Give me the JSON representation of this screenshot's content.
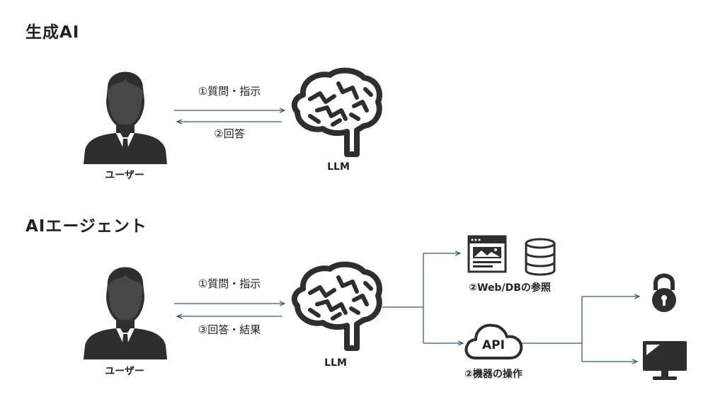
{
  "sections": {
    "generative_ai": {
      "title": "生成AI",
      "user_label": "ユーザー",
      "llm_label": "LLM",
      "arrow_request": "①質問・指示",
      "arrow_response": "②回答"
    },
    "ai_agent": {
      "title": "AIエージェント",
      "user_label": "ユーザー",
      "llm_label": "LLM",
      "arrow_request": "①質問・指示",
      "arrow_response": "③回答・結果",
      "web_db_label": "②Web/DBの参照",
      "api_badge": "API",
      "device_label": "②機器の操作"
    }
  },
  "colors": {
    "arrow": "#2f5f78",
    "icon": "#2e2e2e",
    "skin": "#2e2e2e",
    "white": "#ffffff"
  },
  "icons": [
    "user-icon",
    "brain-icon",
    "browser-window-icon",
    "database-icon",
    "cloud-api-icon",
    "padlock-icon",
    "monitor-icon"
  ]
}
